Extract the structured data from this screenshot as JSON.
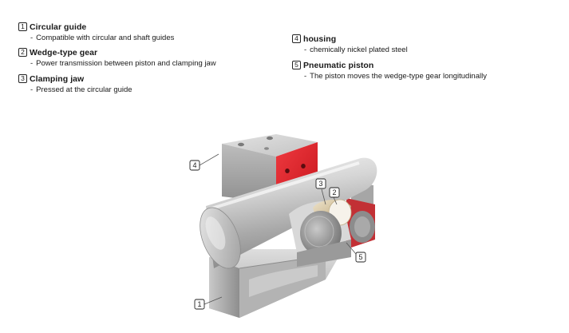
{
  "legend": [
    {
      "num": "1",
      "title": "Circular guide",
      "desc": "Compatible with circular and shaft guides"
    },
    {
      "num": "2",
      "title": "Wedge-type gear",
      "desc": "Power transmission between piston and clamping jaw"
    },
    {
      "num": "3",
      "title": "Clamping jaw",
      "desc": "Pressed at the circular guide"
    },
    {
      "num": "4",
      "title": "housing",
      "desc": "chemically nickel plated steel"
    },
    {
      "num": "5",
      "title": "Pneumatic piston",
      "desc": "The piston moves the wedge-type gear longitudinally"
    }
  ],
  "callouts": [
    "1",
    "2",
    "3",
    "4",
    "5"
  ],
  "colors": {
    "accent_red": "#e3232b",
    "steel_light": "#e4e4e4",
    "steel_mid": "#b9b9b9",
    "steel_dark": "#7e7e7e",
    "bronze": "#c8b48a"
  }
}
